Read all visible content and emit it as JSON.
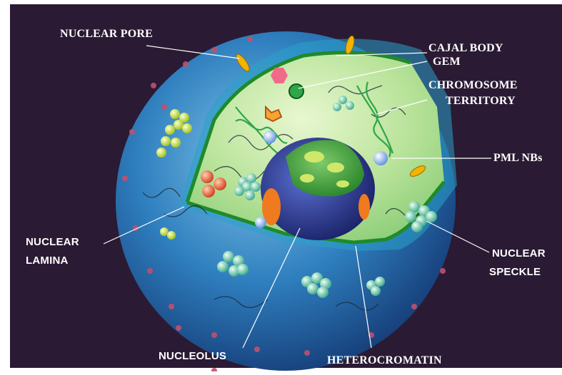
{
  "labels": {
    "nuclear_pore": "NUCLEAR PORE",
    "cajal_body": "CAJAL BODY",
    "gem": "GEM",
    "chromosome": "CHROMOSOME",
    "territory": "TERRITORY",
    "pml_nbs": "PML NBs",
    "nuclear_lamina_1": "NUCLEAR",
    "nuclear_lamina_2": "LAMINA",
    "nuclear_speckle_1": "NUCLEAR",
    "nuclear_speckle_2": "SPECKLE",
    "nucleolus": "NUCLEOLUS",
    "heterocromatin": "HETEROCROMATIN"
  },
  "colors": {
    "background": "#2a1a33",
    "nucleus_outer": "#2f7fbf",
    "nucleus_dark": "#1c4f8f",
    "cutaway_interior": "#b9e39a",
    "nucleolus": "#2f3a9a",
    "leader_line": "#ffffff"
  }
}
